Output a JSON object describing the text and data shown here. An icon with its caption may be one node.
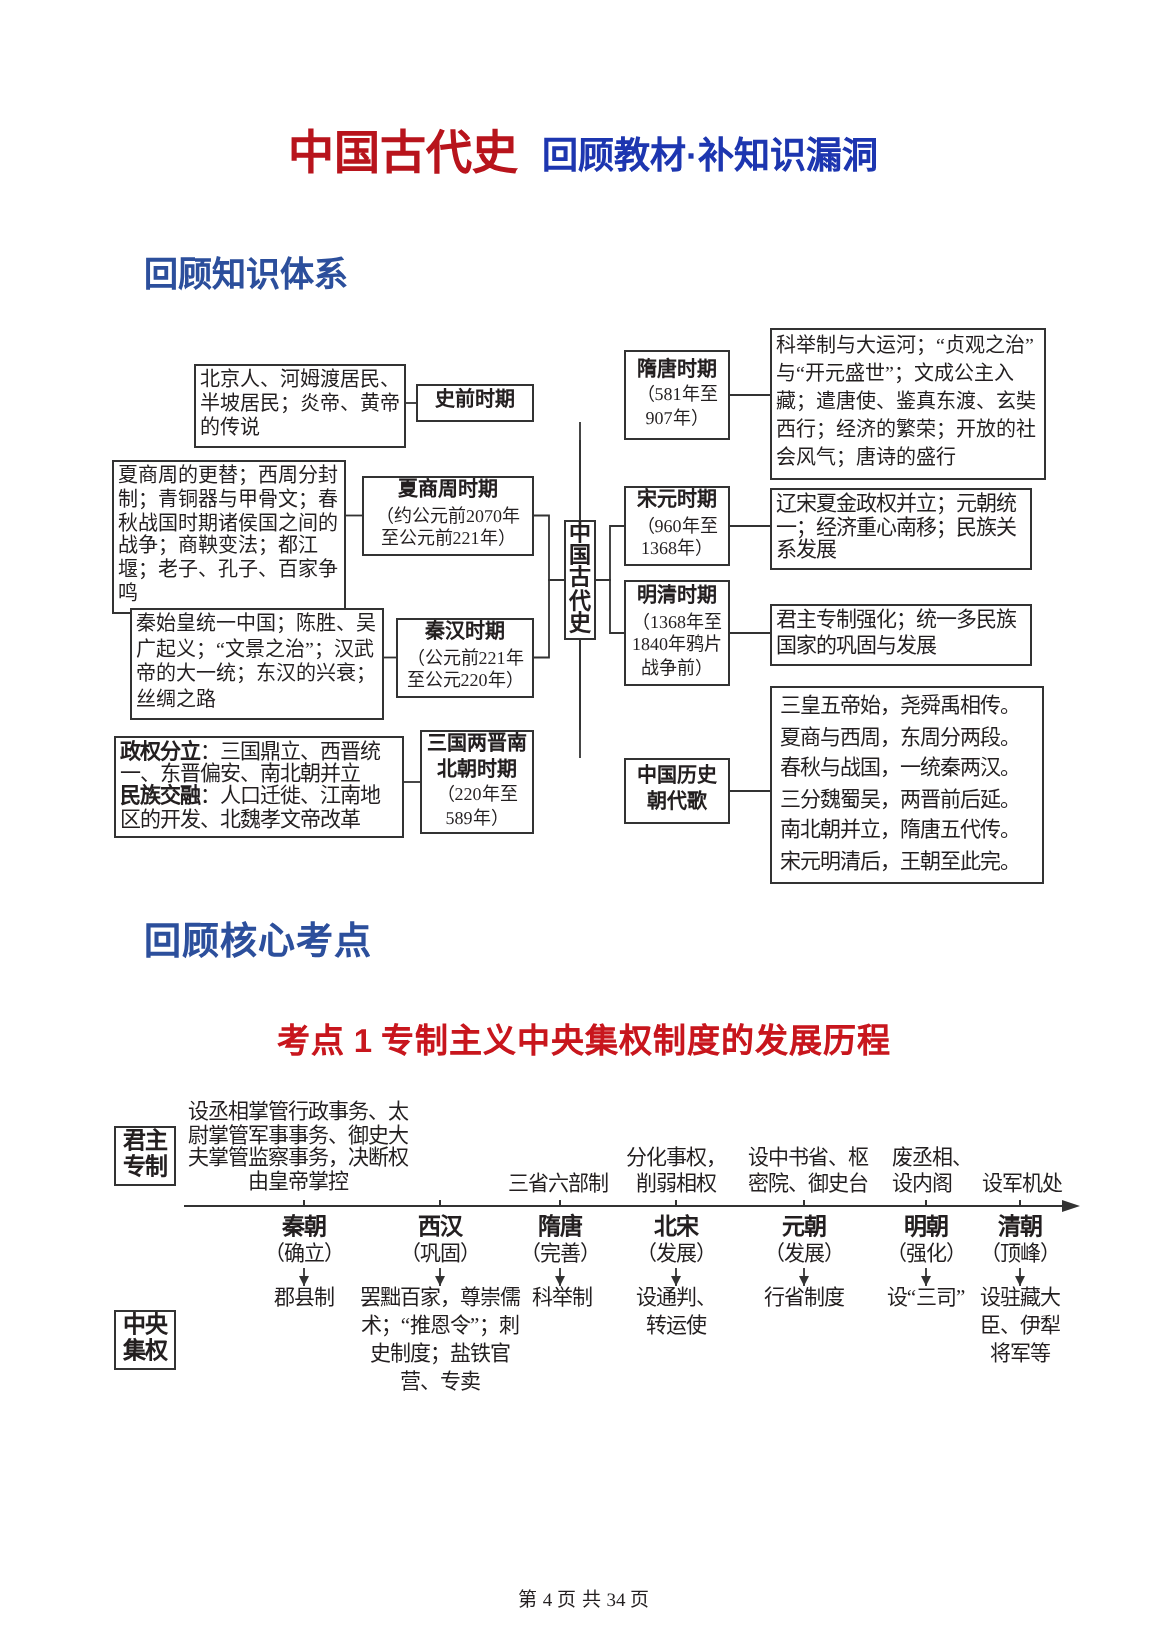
{
  "diagram": {
    "title": "中国古代史",
    "nodes": [
      {
        "text": [
          "北京人、河姆渡居民、半坡居民；炎帝、黄帝的传说"
        ]
      },
      {
        "text": [
          "史前时期"
        ]
      },
      {
        "text": [
          "夏商周的更替；西周分封制；青铜器与甲骨文；春秋战国时期诸侯国之间的战争；商鞅变法；都江堰；老子、孔子、百家争鸣"
        ]
      },
      {
        "text": [
          "夏商周时期",
          "（约公元前2070年至公元前221年）"
        ]
      },
      {
        "text": [
          "秦始皇统一中国；陈胜、吴广起义；“文景之治”；汉武帝的大一统；东汉的兴衰；丝绸之路"
        ]
      },
      {
        "text": [
          "秦汉时期",
          "（公元前221年至公元220年）"
        ]
      },
      {
        "text": [
          "**政权分立**：三国鼎立、西晋统一、东晋偏安、南北朝并立",
          "**民族交融**：人口迁徙、江南地区的开发、北魏孝文帝改革"
        ]
      },
      {
        "text": [
          "三国两晋南北朝时期",
          "（220年至589年）"
        ]
      },
      {
        "text": [
          "中国古代史"
        ]
      },
      {
        "text": [
          "隋唐时期",
          "（581年至907年）"
        ]
      },
      {
        "text": [
          "科举制与大运河；“贞观之治”与“开元盛世”；文成公主入藏；遣唐使、鉴真东渡、玄奘西行；经济的繁荣；开放的社会风气；唐诗的盛行"
        ]
      },
      {
        "text": [
          "宋元时期",
          "（960年至1368年）"
        ]
      },
      {
        "text": [
          "辽宋夏金政权并立；元朝统一；经济重心南移；民族关系发展"
        ]
      },
      {
        "text": [
          "明清时期",
          "（1368年至1840年鸦片战争前）"
        ]
      },
      {
        "text": [
          "君主专制强化；统一多民族国家的巩固与发展"
        ]
      },
      {
        "text": [
          "中国历史朝代歌"
        ]
      },
      {
        "text": [
          "三皇五帝始，尧舜禹相传。夏商与西周，东周分两段。春秋与战国，一统秦两汉。三分魏蜀吴，两晋前后延。南北朝并立，隋唐五代传。宋元明清后，王朝至此完。"
        ]
      },
      {
        "text": [
          "君主专制"
        ]
      },
      {
        "text": [
          "中央集权"
        ]
      },
      {
        "text": [
          "秦朝",
          "（确立）"
        ]
      },
      {
        "text": [
          "郡县制"
        ]
      },
      {
        "text": [
          "西汉",
          "（巩固）"
        ]
      },
      {
        "text": [
          "罢黜百家，尊崇儒术；“推恩令”；刺史制度；盐铁官营、专卖"
        ]
      },
      {
        "text": [
          "隋唐",
          "（完善）"
        ]
      },
      {
        "text": [
          "科举制"
        ]
      },
      {
        "text": [
          "北宋",
          "（发展）"
        ]
      },
      {
        "text": [
          "设通判、转运使"
        ]
      },
      {
        "text": [
          "元朝",
          "（发展）"
        ]
      },
      {
        "text": [
          "行省制度"
        ]
      },
      {
        "text": [
          "明朝",
          "（强化）"
        ]
      },
      {
        "text": [
          "设“三司”"
        ]
      },
      {
        "text": [
          "清朝",
          "（顶峰）"
        ]
      },
      {
        "text": [
          "设驻藏大臣、伊犁将军等"
        ]
      }
    ],
    "edges": [
      {
        "from": 8,
        "to": 1,
        "arrow": "none"
      },
      {
        "from": 8,
        "to": 3,
        "arrow": "none"
      },
      {
        "from": 8,
        "to": 5,
        "arrow": "none"
      },
      {
        "from": 8,
        "to": 7,
        "arrow": "none"
      },
      {
        "from": 8,
        "to": 9,
        "arrow": "none"
      },
      {
        "from": 8,
        "to": 11,
        "arrow": "none"
      },
      {
        "from": 8,
        "to": 13,
        "arrow": "none"
      },
      {
        "from": 8,
        "to": 15,
        "arrow": "none"
      },
      {
        "from": 1,
        "to": 0,
        "arrow": "none"
      },
      {
        "from": 3,
        "to": 2,
        "arrow": "none"
      },
      {
        "from": 5,
        "to": 4,
        "arrow": "none"
      },
      {
        "from": 7,
        "to": 6,
        "arrow": "none"
      },
      {
        "from": 9,
        "to": 10,
        "arrow": "none"
      },
      {
        "from": 11,
        "to": 12,
        "arrow": "none"
      },
      {
        "from": 13,
        "to": 14,
        "arrow": "none"
      },
      {
        "from": 15,
        "to": 16,
        "arrow": "none"
      },
      {
        "from": 19,
        "to": 20,
        "arrow": "to"
      },
      {
        "from": 21,
        "to": 22,
        "arrow": "to"
      },
      {
        "from": 23,
        "to": 24,
        "arrow": "to"
      },
      {
        "from": 25,
        "to": 26,
        "arrow": "to"
      },
      {
        "from": 27,
        "to": 28,
        "arrow": "to"
      },
      {
        "from": 29,
        "to": 30,
        "arrow": "to"
      },
      {
        "from": 31,
        "to": 32,
        "arrow": "to"
      }
    ],
    "labels": [
      "回顾教材·补知识漏洞",
      "回顾知识体系",
      "回顾核心考点",
      "考点 1 专制主义中央集权制度的发展历程",
      "设丞相掌管行政事务、太尉掌管军事事务、御史大夫掌管监察事务，决断权由皇帝掌控",
      "三省六部制",
      "分化事权，削弱相权",
      "设中书省、枢密院、御史台",
      "废丞相、设内阁",
      "设军机处",
      "第 4 页 共 34 页"
    ]
  }
}
